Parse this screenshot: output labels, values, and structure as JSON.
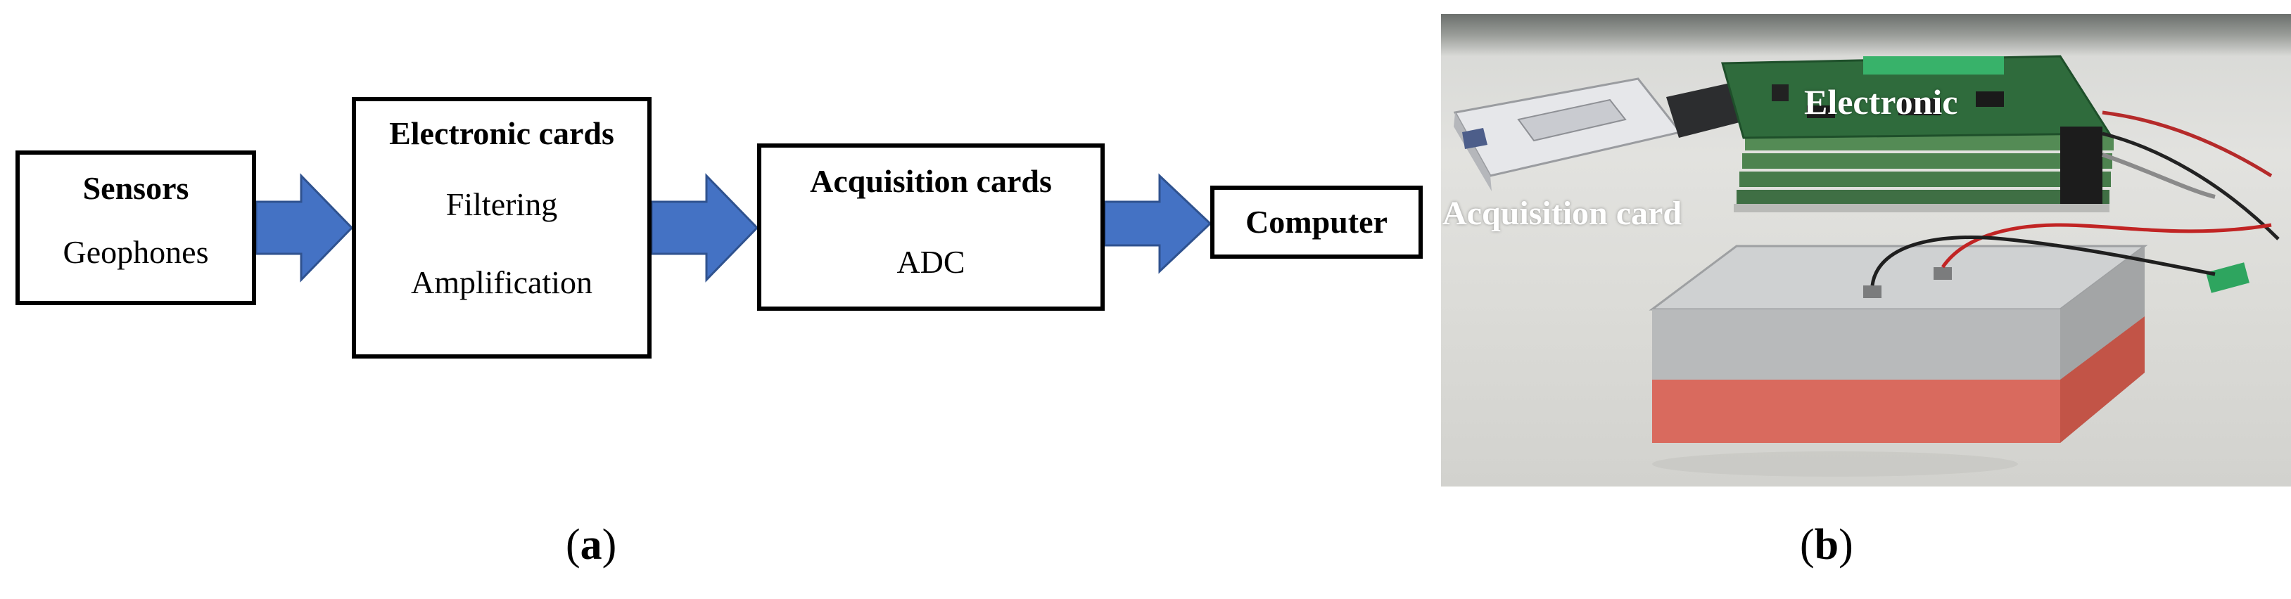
{
  "panel_a": {
    "nodes": [
      {
        "id": "sensors",
        "title": "Sensors",
        "lines": [
          "Geophones"
        ]
      },
      {
        "id": "electronic",
        "title": "Electronic cards",
        "lines": [
          "Filtering",
          "Amplification"
        ]
      },
      {
        "id": "acquisition",
        "title": "Acquisition cards",
        "lines": [
          "ADC"
        ]
      },
      {
        "id": "computer",
        "title": "Computer",
        "lines": []
      }
    ],
    "edges": [
      {
        "from": "sensors",
        "to": "electronic"
      },
      {
        "from": "electronic",
        "to": "acquisition"
      },
      {
        "from": "acquisition",
        "to": "computer"
      }
    ],
    "arrow_color": "#4472C4",
    "arrow_outline": "#2F528F",
    "caption": {
      "open": "(",
      "letter": "a",
      "close": ")"
    }
  },
  "panel_b": {
    "photo_labels": {
      "electronic": "Electronic",
      "acquisition": "Acquisition card"
    },
    "caption": {
      "open": "(",
      "letter": "b",
      "close": ")"
    }
  }
}
